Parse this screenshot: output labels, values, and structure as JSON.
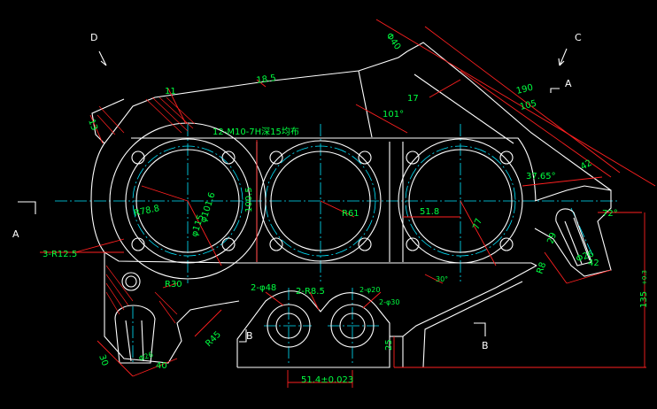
{
  "colors": {
    "background": "#000000",
    "outline": "#ffffff",
    "centerline": "#00e5ff",
    "dimension": "#ff2020",
    "text": "#00ff40"
  },
  "view_markers": {
    "d": "D",
    "c": "C",
    "a_left": "A",
    "a_right": "A",
    "b_left": "B",
    "b_right": "B"
  },
  "labels": {
    "thread_note": "12-M10-7H深15均布",
    "r78_8": "R78.8",
    "dia101_6": "φ101.6",
    "dia115": "φ115",
    "v100_5": "100.5",
    "r61": "R61",
    "d51_8": "51.8",
    "d77": "77",
    "r12_5": "3-R12.5",
    "d11": "11",
    "d13": "13",
    "d18_5": "18.5",
    "d40": "Φ40",
    "d17": "17",
    "ang101": "101°",
    "d190": "190",
    "d105": "105",
    "ang37_65": "37.65°",
    "d42_top": "42",
    "ang72": "72°",
    "d29": "29",
    "dia26": "Φ26",
    "d42_right": "42",
    "r8": "R8",
    "d135": "135",
    "tol135": "+0.3",
    "r30": "R30",
    "d30": "30",
    "dia26_left": "Φ26",
    "d40_left": "40",
    "r45": "R45",
    "hole2_48": "2-φ48",
    "r2_8_5": "2-R8.5",
    "hole2_20": "2-φ20",
    "hole2_30": "2-φ30",
    "ang30": "30°",
    "d25": "25",
    "d51_4": "51.4±0.023"
  },
  "icons": [
    "view-arrow-d-icon",
    "view-arrow-c-icon"
  ]
}
